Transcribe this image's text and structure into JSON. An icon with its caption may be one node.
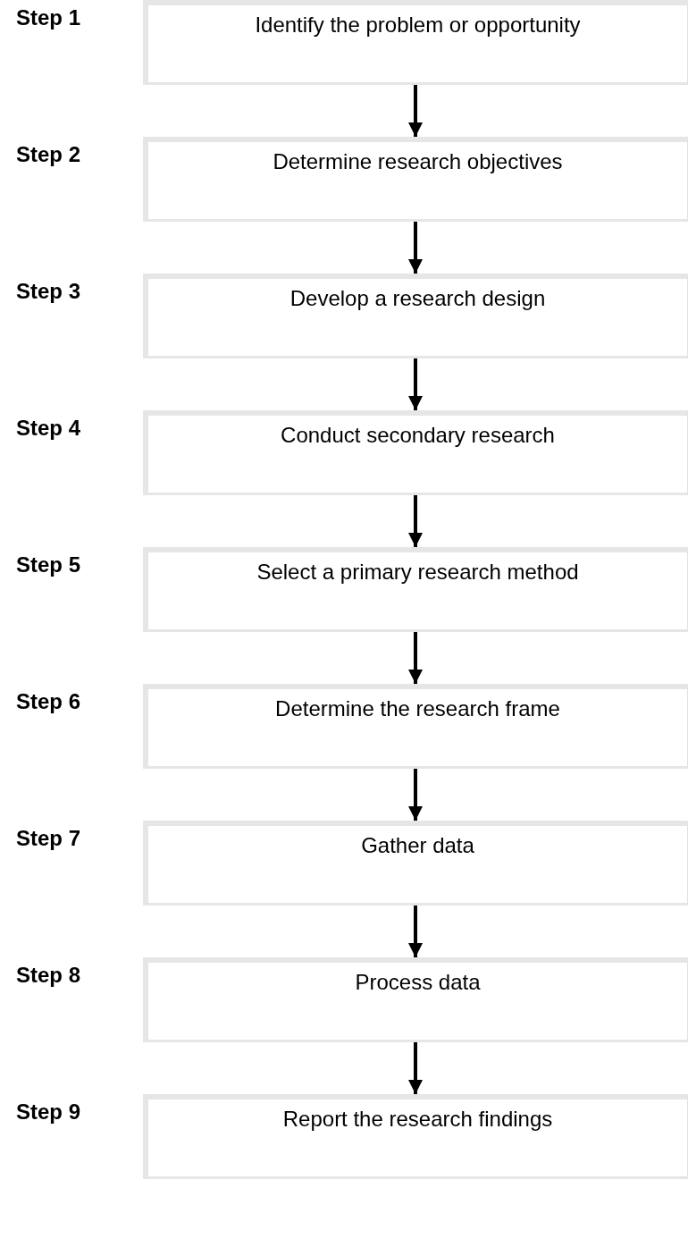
{
  "diagram": {
    "nodes": [
      {
        "text": [
          "Identify the problem or opportunity"
        ],
        "beside": [
          "Step 1"
        ]
      },
      {
        "text": [
          "Determine research objectives"
        ],
        "beside": [
          "Step 2"
        ]
      },
      {
        "text": [
          "Develop a research design"
        ],
        "beside": [
          "Step 3"
        ]
      },
      {
        "text": [
          "Conduct secondary research"
        ],
        "beside": [
          "Step 4"
        ]
      },
      {
        "text": [
          "Select a primary research method"
        ],
        "beside": [
          "Step 5"
        ]
      },
      {
        "text": [
          "Determine the research frame"
        ],
        "beside": [
          "Step 6"
        ]
      },
      {
        "text": [
          "Gather data"
        ],
        "beside": [
          "Step 7"
        ]
      },
      {
        "text": [
          "Process data"
        ],
        "beside": [
          "Step 8"
        ]
      },
      {
        "text": [
          "Report the research findings"
        ],
        "beside": [
          "Step 9"
        ]
      }
    ],
    "edges": [
      {
        "from": 0,
        "to": 1,
        "arrow": "to"
      },
      {
        "from": 1,
        "to": 2,
        "arrow": "to"
      },
      {
        "from": 2,
        "to": 3,
        "arrow": "to"
      },
      {
        "from": 3,
        "to": 4,
        "arrow": "to"
      },
      {
        "from": 4,
        "to": 5,
        "arrow": "to"
      },
      {
        "from": 5,
        "to": 6,
        "arrow": "to"
      },
      {
        "from": 6,
        "to": 7,
        "arrow": "to"
      },
      {
        "from": 7,
        "to": 8,
        "arrow": "to"
      }
    ]
  }
}
